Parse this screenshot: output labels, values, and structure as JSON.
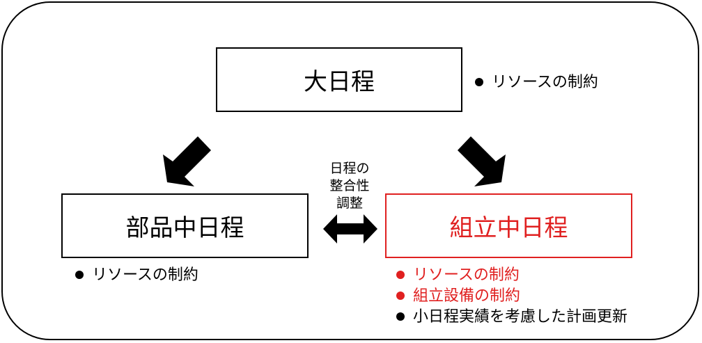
{
  "colors": {
    "default": "#000000",
    "accent": "#e02020"
  },
  "boxes": {
    "master": {
      "label": "大日程",
      "color": "#000000"
    },
    "parts": {
      "label": "部品中日程",
      "color": "#000000"
    },
    "assembly": {
      "label": "組立中日程",
      "color": "#e02020"
    }
  },
  "notes": {
    "master": [
      {
        "text": "リソースの制約",
        "color": "#000000"
      }
    ],
    "parts": [
      {
        "text": "リソースの制約",
        "color": "#000000"
      }
    ],
    "assembly": [
      {
        "text": "リソースの制約",
        "color": "#e02020"
      },
      {
        "text": "組立設備の制約",
        "color": "#e02020"
      },
      {
        "text": "小日程実績を考慮した計画更新",
        "color": "#000000"
      }
    ]
  },
  "adjustment": {
    "lines": [
      "日程の",
      "整合性",
      "調整"
    ]
  },
  "icons": {
    "arrow_left": "arrow-down-left-icon",
    "arrow_right": "arrow-down-right-icon",
    "double_arrow": "double-arrow-icon",
    "bullet": "bullet-dot-icon"
  }
}
